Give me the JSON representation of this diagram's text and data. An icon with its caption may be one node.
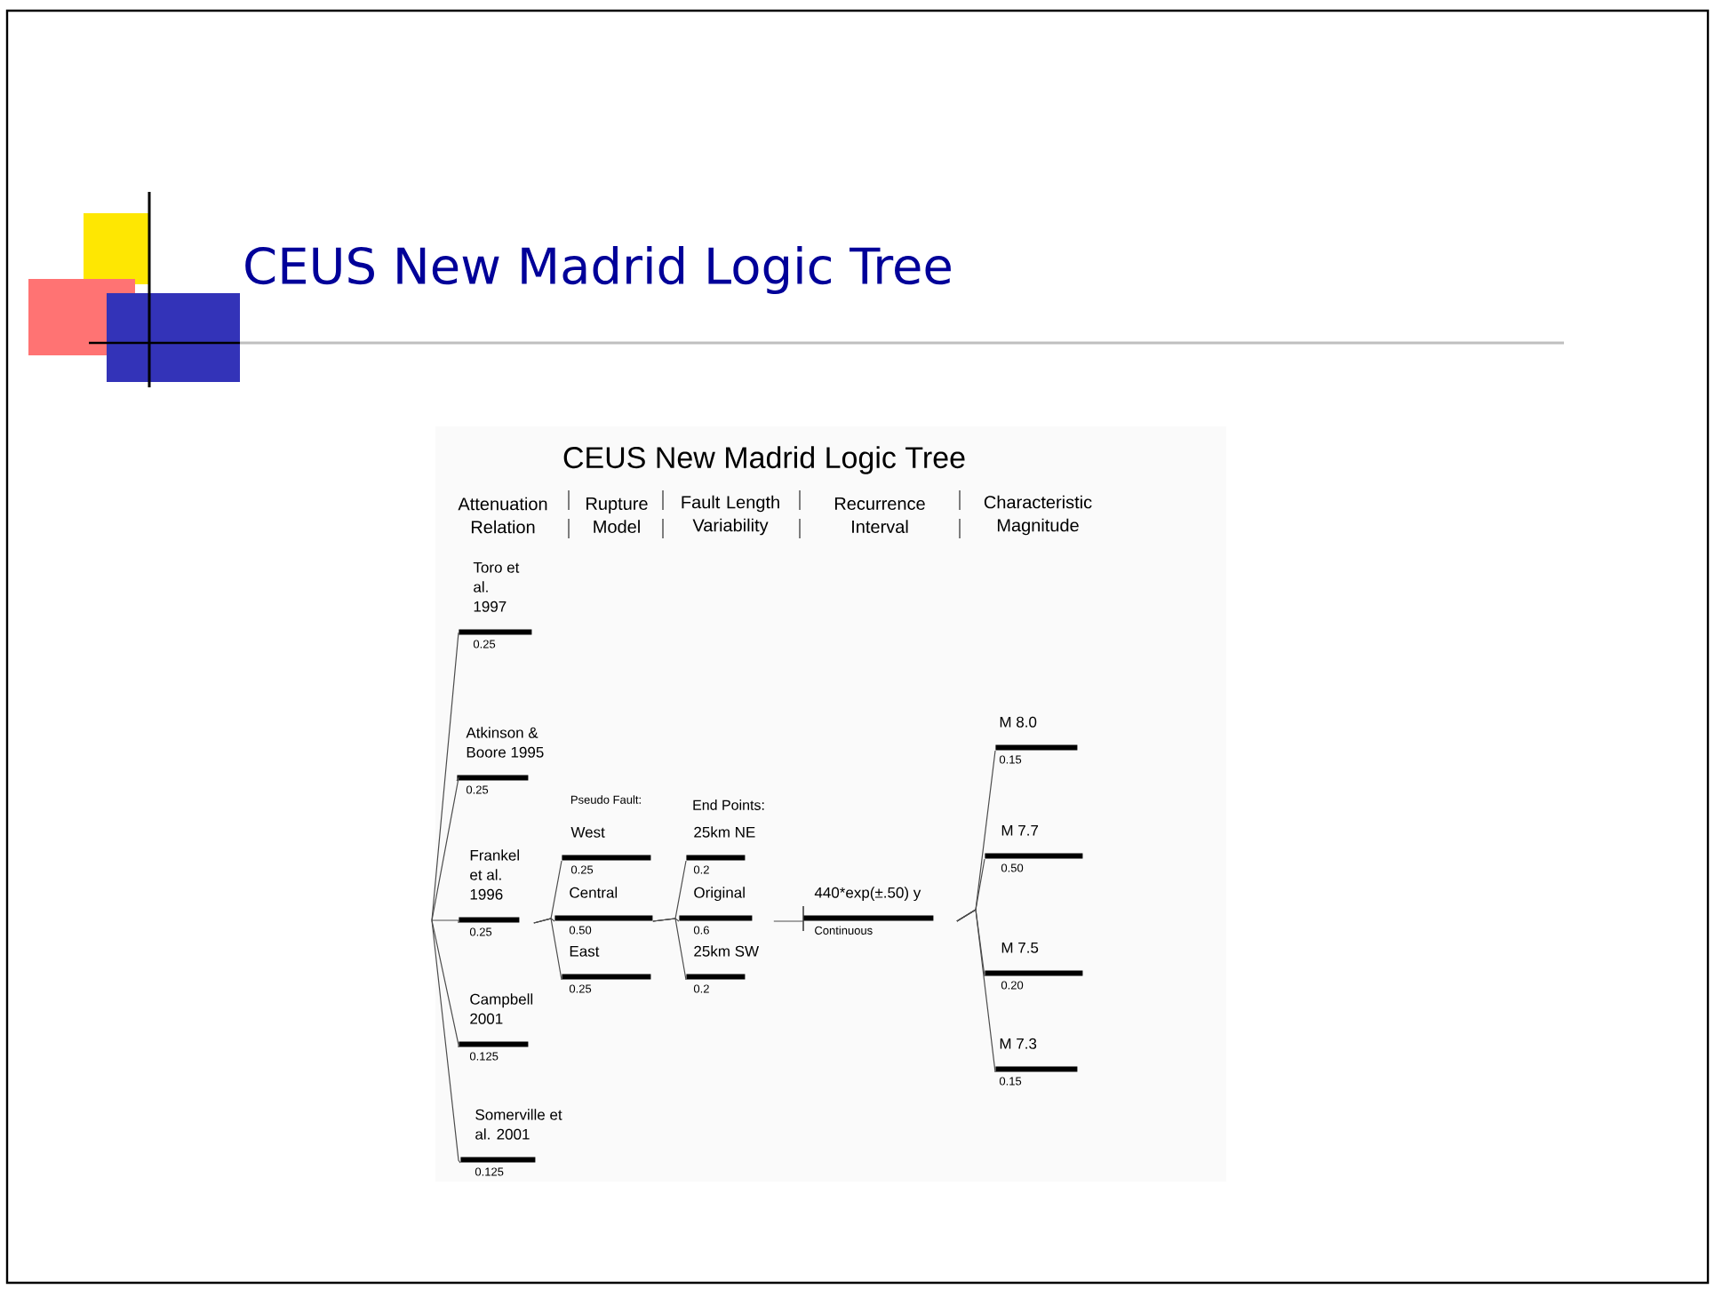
{
  "diagram": {
    "title": "CEUS New Madrid Logic Tree",
    "nodes": [
      {
        "text": [
          "Toro et al. 1997"
        ],
        "beside": [
          "0.25"
        ]
      },
      {
        "text": [
          "Atkinson & Boore 1995"
        ],
        "beside": [
          "0.25"
        ]
      },
      {
        "text": [
          "Frankel et al. 1996"
        ],
        "beside": [
          "0.25"
        ]
      },
      {
        "text": [
          "Campbell 2001"
        ],
        "beside": [
          "0.125"
        ]
      },
      {
        "text": [
          "Somerville et al. 2001"
        ],
        "beside": [
          "0.125"
        ]
      },
      {
        "text": [
          "West"
        ],
        "beside": [
          "0.25"
        ]
      },
      {
        "text": [
          "Central"
        ],
        "beside": [
          "0.50"
        ]
      },
      {
        "text": [
          "East"
        ],
        "beside": [
          "0.25"
        ]
      },
      {
        "text": [
          "25km NE"
        ],
        "beside": [
          "0.2"
        ]
      },
      {
        "text": [
          "Original"
        ],
        "beside": [
          "0.6"
        ]
      },
      {
        "text": [
          "25km SW"
        ],
        "beside": [
          "0.2"
        ]
      },
      {
        "text": [
          "440*exp(±.50) y"
        ],
        "beside": [
          "Continuous"
        ]
      },
      {
        "text": [
          "M 8.0"
        ],
        "beside": [
          "0.15"
        ]
      },
      {
        "text": [
          "M 7.7"
        ],
        "beside": [
          "0.50"
        ]
      },
      {
        "text": [
          "M 7.5"
        ],
        "beside": [
          "0.20"
        ]
      },
      {
        "text": [
          "M 7.3"
        ],
        "beside": [
          "0.15"
        ]
      }
    ],
    "edges": [
      {
        "from": null,
        "to": 0,
        "arrow": "none"
      },
      {
        "from": null,
        "to": 1,
        "arrow": "none"
      },
      {
        "from": null,
        "to": 2,
        "arrow": "none"
      },
      {
        "from": null,
        "to": 3,
        "arrow": "none"
      },
      {
        "from": null,
        "to": 4,
        "arrow": "none"
      },
      {
        "from": 2,
        "to": 5,
        "arrow": "none"
      },
      {
        "from": 2,
        "to": 6,
        "arrow": "none"
      },
      {
        "from": 2,
        "to": 7,
        "arrow": "none"
      },
      {
        "from": 6,
        "to": 8,
        "arrow": "none"
      },
      {
        "from": 6,
        "to": 9,
        "arrow": "none"
      },
      {
        "from": 6,
        "to": 10,
        "arrow": "none"
      },
      {
        "from": 9,
        "to": 11,
        "arrow": "none"
      },
      {
        "from": 11,
        "to": 12,
        "arrow": "none"
      },
      {
        "from": 11,
        "to": 13,
        "arrow": "none"
      },
      {
        "from": 11,
        "to": 14,
        "arrow": "none"
      },
      {
        "from": 11,
        "to": 15,
        "arrow": "none"
      }
    ],
    "labels": [
      "CEUS New Madrid Logic Tree",
      "Attenuation Relation",
      "Rupture Model",
      "Fault Length Variability",
      "Recurrence Interval",
      "Characteristic Magnitude",
      "Pseudo Fault:",
      "End Points:"
    ]
  }
}
